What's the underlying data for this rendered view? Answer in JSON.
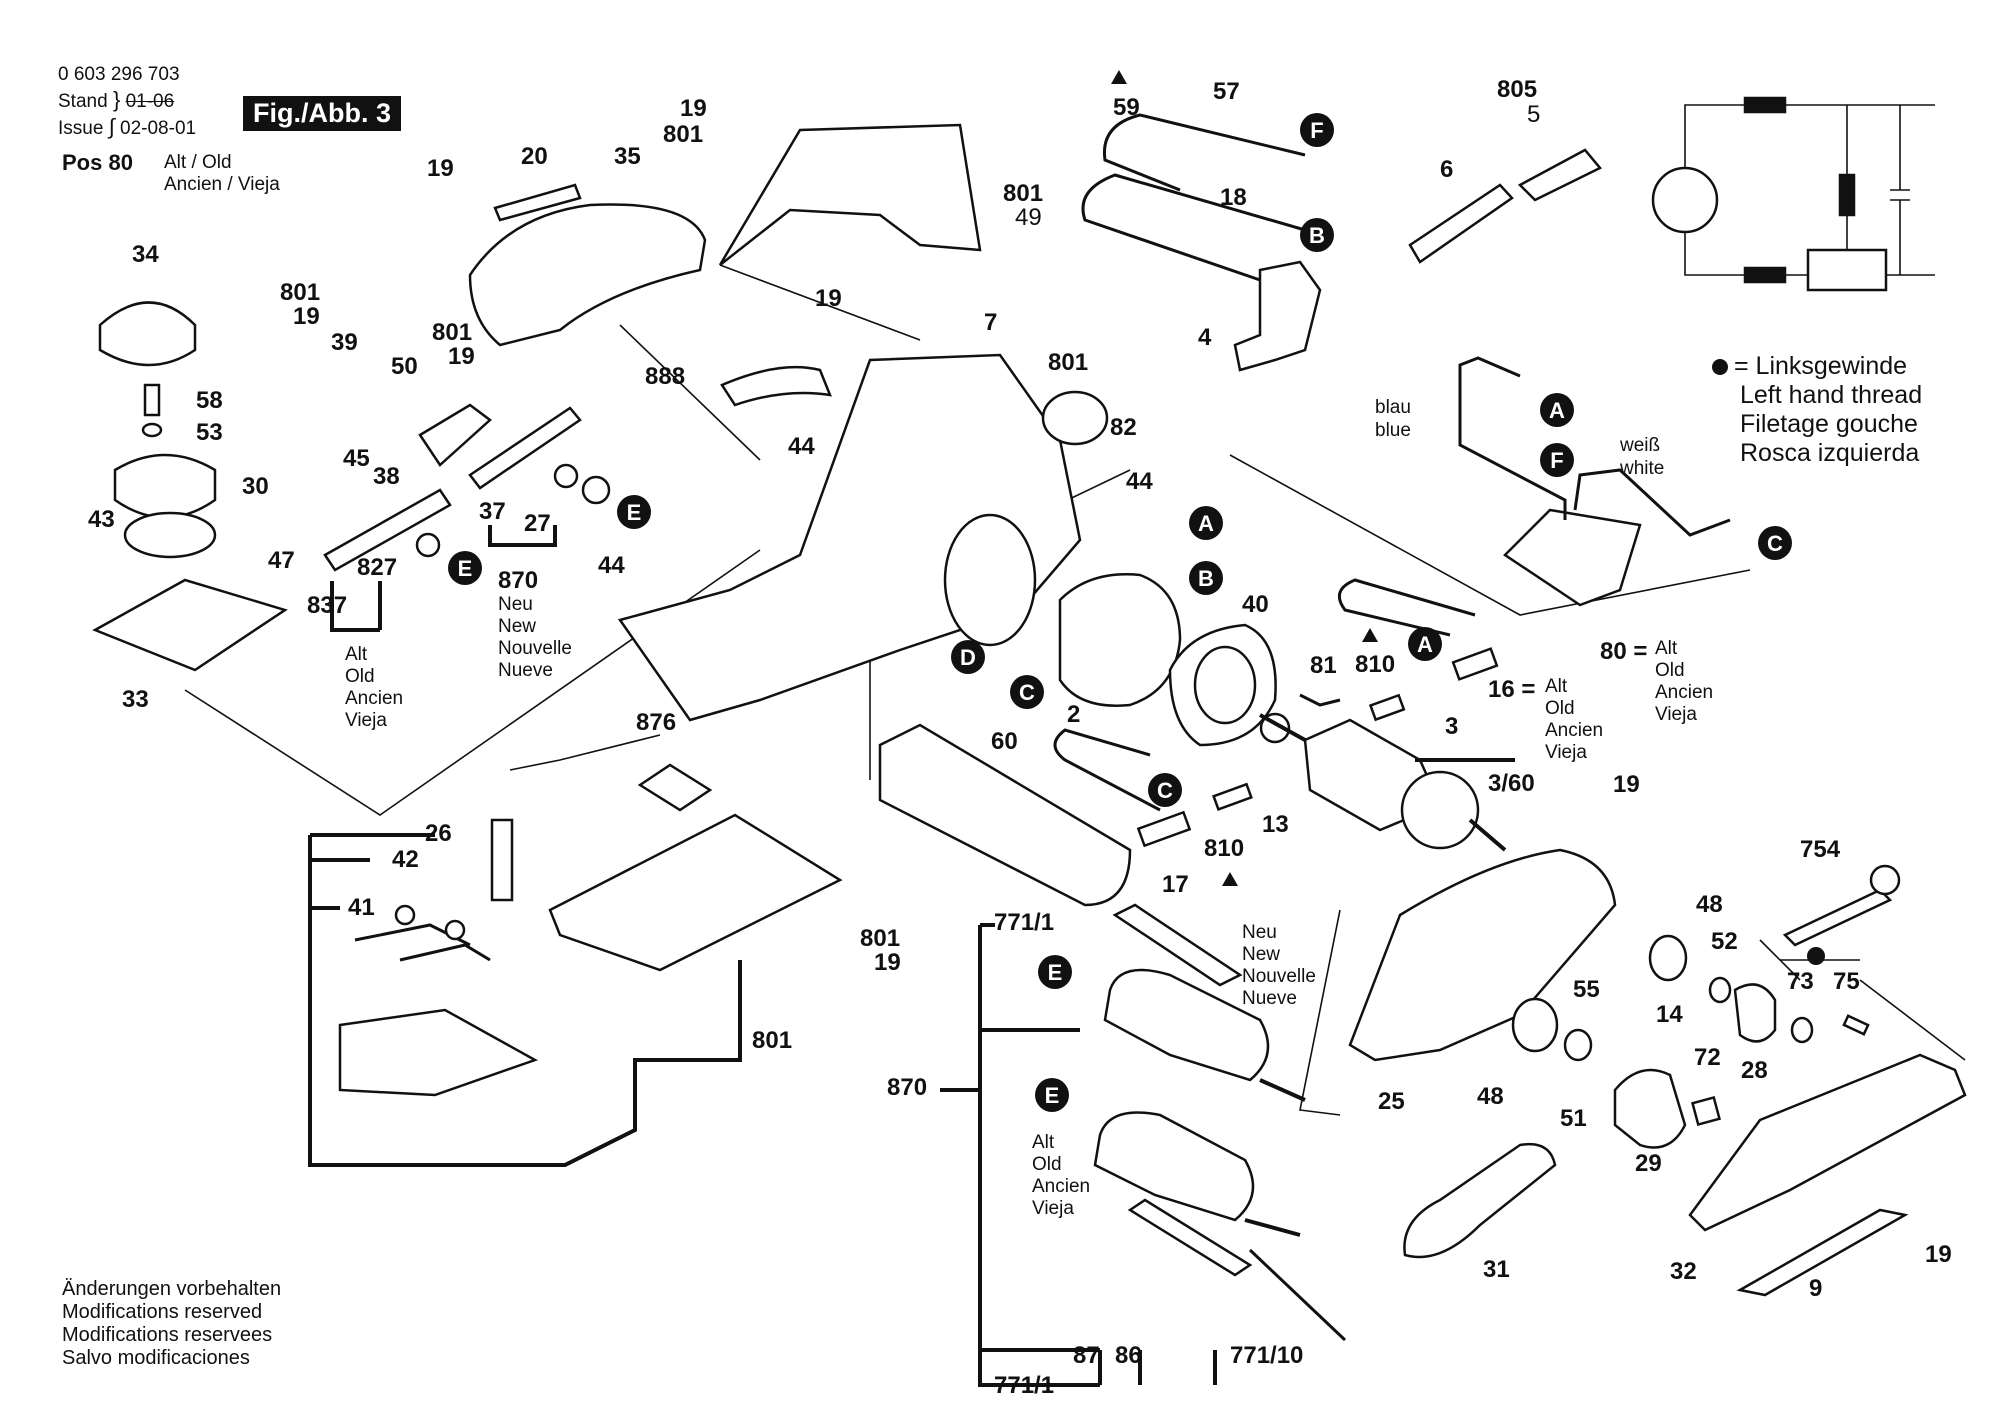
{
  "header": {
    "part_no": "0 603 296 703",
    "stand_label": "Stand",
    "stand_value": "01-06",
    "issue_label": "Issue",
    "issue_value": "02-08-01",
    "figure": "Fig./Abb. 3"
  },
  "pos": {
    "label": "Pos 80",
    "note1": "Alt / Old",
    "note2": "Ancien / Vieja"
  },
  "footer": [
    "Änderungen vorbehalten",
    "Modifications reserved",
    "Modifications reservees",
    "Salvo modificaciones"
  ],
  "legend": [
    "= Linksgewinde",
    "Left hand thread",
    "Filetage gouche",
    "Rosca izquierda"
  ],
  "wire_labels": {
    "blue_de": "blau",
    "blue_en": "blue",
    "white_de": "weiß",
    "white_en": "white"
  },
  "variant": {
    "alt": [
      "Alt",
      "Old",
      "Ancien",
      "Vieja"
    ],
    "neu": [
      "Neu",
      "New",
      "Nouvelle",
      "Nueve"
    ]
  },
  "callouts": [
    {
      "t": "19"
    },
    {
      "t": "801"
    },
    {
      "t": "801"
    },
    {
      "t": "49"
    },
    {
      "t": "59"
    },
    {
      "t": "57"
    },
    {
      "t": "805"
    },
    {
      "t": "5"
    },
    {
      "t": "6"
    },
    {
      "t": "18"
    },
    {
      "t": "4"
    },
    {
      "t": "19"
    },
    {
      "t": "20"
    },
    {
      "t": "35"
    },
    {
      "t": "34"
    },
    {
      "t": "58"
    },
    {
      "t": "53"
    },
    {
      "t": "30"
    },
    {
      "t": "43"
    },
    {
      "t": "47"
    },
    {
      "t": "33"
    },
    {
      "t": "801"
    },
    {
      "t": "19"
    },
    {
      "t": "39"
    },
    {
      "t": "50"
    },
    {
      "t": "45"
    },
    {
      "t": "801"
    },
    {
      "t": "19"
    },
    {
      "t": "38"
    },
    {
      "t": "37"
    },
    {
      "t": "27"
    },
    {
      "t": "870"
    },
    {
      "t": "837"
    },
    {
      "t": "827"
    },
    {
      "t": "19"
    },
    {
      "t": "7"
    },
    {
      "t": "888"
    },
    {
      "t": "801"
    },
    {
      "t": "82"
    },
    {
      "t": "44"
    },
    {
      "t": "44"
    },
    {
      "t": "44"
    },
    {
      "t": "40"
    },
    {
      "t": "2"
    },
    {
      "t": "81"
    },
    {
      "t": "810"
    },
    {
      "t": "16 ="
    },
    {
      "t": "80 ="
    },
    {
      "t": "3"
    },
    {
      "t": "3/60"
    },
    {
      "t": "60"
    },
    {
      "t": "810"
    },
    {
      "t": "13"
    },
    {
      "t": "17"
    },
    {
      "t": "19"
    },
    {
      "t": "876"
    },
    {
      "t": "26"
    },
    {
      "t": "42"
    },
    {
      "t": "41"
    },
    {
      "t": "801"
    },
    {
      "t": "19"
    },
    {
      "t": "801"
    },
    {
      "t": "771/1"
    },
    {
      "t": "870"
    },
    {
      "t": "754"
    },
    {
      "t": "48"
    },
    {
      "t": "52"
    },
    {
      "t": "73"
    },
    {
      "t": "75"
    },
    {
      "t": "55"
    },
    {
      "t": "14"
    },
    {
      "t": "28"
    },
    {
      "t": "25"
    },
    {
      "t": "48"
    },
    {
      "t": "51"
    },
    {
      "t": "72"
    },
    {
      "t": "29"
    },
    {
      "t": "31"
    },
    {
      "t": "32"
    },
    {
      "t": "9"
    },
    {
      "t": "19"
    },
    {
      "t": "87"
    },
    {
      "t": "86"
    },
    {
      "t": "771/10"
    },
    {
      "t": "771/1"
    }
  ],
  "badges": [
    {
      "t": "F"
    },
    {
      "t": "B"
    },
    {
      "t": "E"
    },
    {
      "t": "E"
    },
    {
      "t": "A"
    },
    {
      "t": "F"
    },
    {
      "t": "C"
    },
    {
      "t": "A"
    },
    {
      "t": "B"
    },
    {
      "t": "D"
    },
    {
      "t": "C"
    },
    {
      "t": "A"
    },
    {
      "t": "C"
    },
    {
      "t": "E"
    },
    {
      "t": "E"
    }
  ]
}
